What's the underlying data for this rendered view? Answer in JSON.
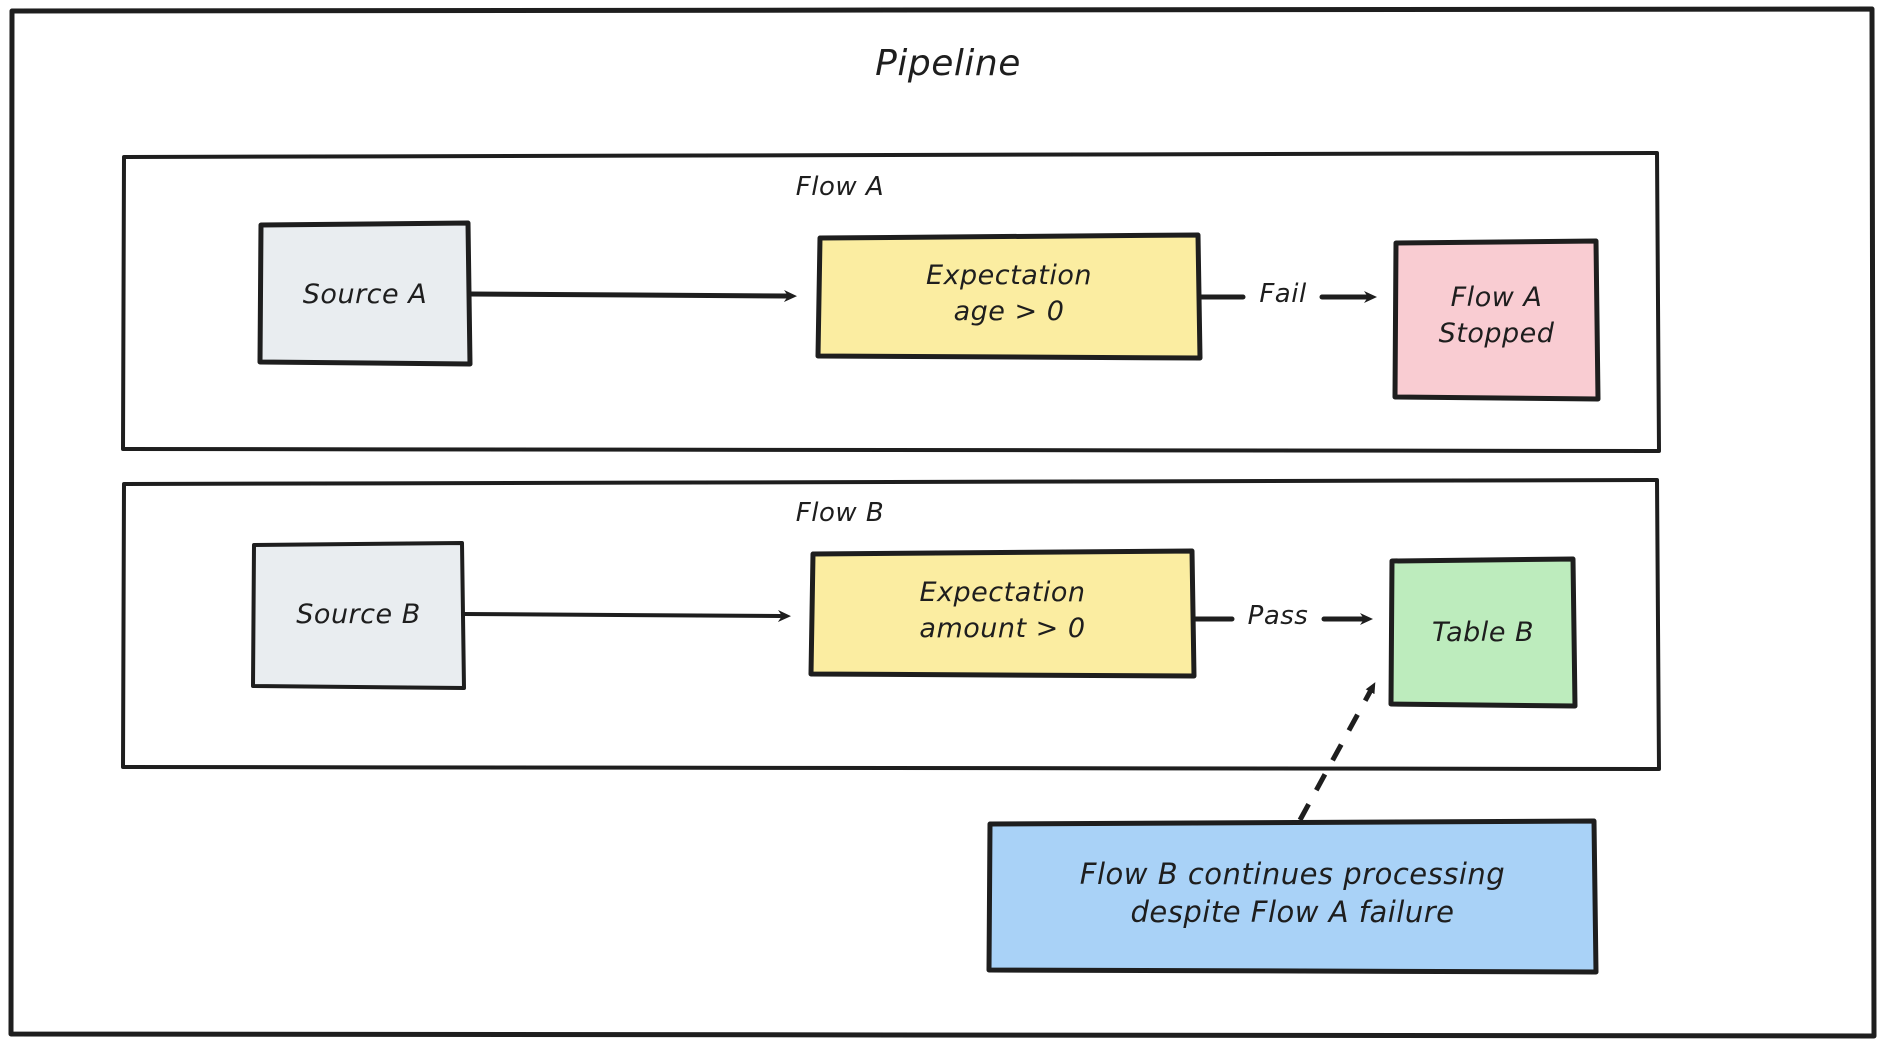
{
  "diagram": {
    "type": "flowchart",
    "title": "Pipeline",
    "groups": [
      {
        "id": "flow-a",
        "label": "Flow A"
      },
      {
        "id": "flow-b",
        "label": "Flow B"
      }
    ],
    "nodes": [
      {
        "id": "source-a",
        "label": "Source A",
        "shape": "rect",
        "fill": "#e9edf0",
        "stroke": "#1e1e1e"
      },
      {
        "id": "expectation-a",
        "label": "Expectation\nage > 0",
        "shape": "rect",
        "fill": "#fbeda1",
        "stroke": "#1e1e1e"
      },
      {
        "id": "flow-a-stopped",
        "label": "Flow A\nStopped",
        "shape": "rect",
        "fill": "#f9ccd2",
        "stroke": "#1e1e1e"
      },
      {
        "id": "source-b",
        "label": "Source B",
        "shape": "rect",
        "fill": "#e9edf0",
        "stroke": "#1e1e1e"
      },
      {
        "id": "expectation-b",
        "label": "Expectation\namount > 0",
        "shape": "rect",
        "fill": "#fbeda1",
        "stroke": "#1e1e1e"
      },
      {
        "id": "table-b",
        "label": "Table B",
        "shape": "rect",
        "fill": "#bdecbd",
        "stroke": "#1e1e1e"
      },
      {
        "id": "note",
        "label": "Flow B continues processing\ndespite Flow A failure",
        "shape": "rect",
        "fill": "#a9d2f7",
        "stroke": "#1e1e1e"
      }
    ],
    "edges": [
      {
        "id": "edge-source-a-expectation-a",
        "from": "source-a",
        "to": "expectation-a",
        "label": "",
        "style": "solid"
      },
      {
        "id": "edge-expectation-a-stopped",
        "from": "expectation-a",
        "to": "flow-a-stopped",
        "label": "Fail",
        "style": "solid"
      },
      {
        "id": "edge-source-b-expectation-b",
        "from": "source-b",
        "to": "expectation-b",
        "label": "",
        "style": "solid"
      },
      {
        "id": "edge-expectation-b-table-b",
        "from": "expectation-b",
        "to": "table-b",
        "label": "Pass",
        "style": "solid"
      },
      {
        "id": "edge-note-table-b",
        "from": "note",
        "to": "table-b",
        "label": "",
        "style": "dashed"
      }
    ],
    "colors": {
      "ink": "#1e1e1e",
      "background": "#ffffff",
      "source": "#e9edf0",
      "expectation": "#fbeda1",
      "failure": "#f9ccd2",
      "success": "#bdecbd",
      "note": "#a9d2f7"
    }
  }
}
